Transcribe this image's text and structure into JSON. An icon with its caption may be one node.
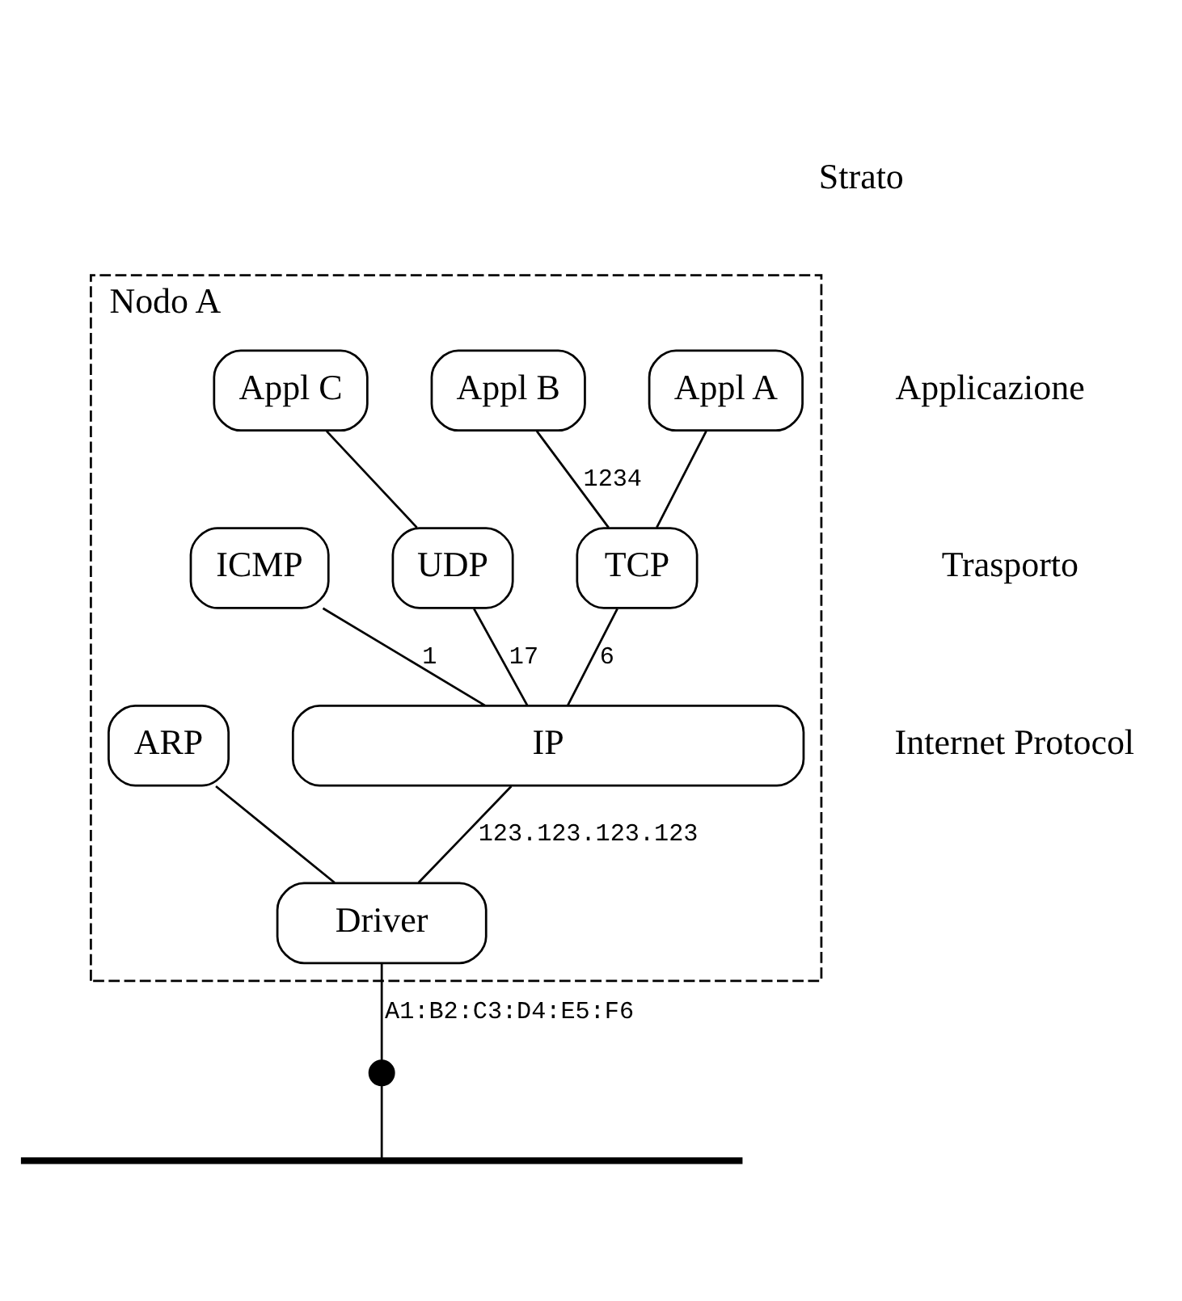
{
  "diagram": {
    "nodes": [
      {
        "text": [
          "Nodo A"
        ]
      },
      {
        "text": [
          "Appl A"
        ],
        "in": 0
      },
      {
        "text": [
          "Appl B"
        ],
        "in": 0
      },
      {
        "text": [
          "Appl C"
        ],
        "in": 0
      },
      {
        "text": [
          "TCP"
        ],
        "in": 0
      },
      {
        "text": [
          "UDP"
        ],
        "in": 0
      },
      {
        "text": [
          "ICMP"
        ],
        "in": 0
      },
      {
        "text": [
          "IP"
        ],
        "in": 0
      },
      {
        "text": [
          "ARP"
        ],
        "in": 0
      },
      {
        "text": [
          "Driver"
        ],
        "in": 0
      },
      {
        "text": [],
        "shape": "circle"
      },
      {
        "text": [],
        "shape": "bar"
      }
    ],
    "edges": [
      {
        "from": 1,
        "to": 4,
        "arrow": "none"
      },
      {
        "from": 2,
        "to": 4,
        "arrow": "none",
        "label": "1234"
      },
      {
        "from": 3,
        "to": 5,
        "arrow": "none"
      },
      {
        "from": 4,
        "to": 7,
        "arrow": "none",
        "label": "6"
      },
      {
        "from": 5,
        "to": 7,
        "arrow": "none",
        "label": "17"
      },
      {
        "from": 6,
        "to": 7,
        "arrow": "none",
        "label": "1"
      },
      {
        "from": 7,
        "to": 9,
        "arrow": "none",
        "label": "123.123.123.123"
      },
      {
        "from": 8,
        "to": 9,
        "arrow": "none"
      },
      {
        "from": 9,
        "to": 10,
        "arrow": "none",
        "label": "A1:B2:C3:D4:E5:F6"
      },
      {
        "from": 10,
        "to": 11,
        "arrow": "none"
      }
    ],
    "labels": [
      "Strato",
      "Applicazione",
      "Trasporto",
      "Internet Protocol"
    ]
  }
}
